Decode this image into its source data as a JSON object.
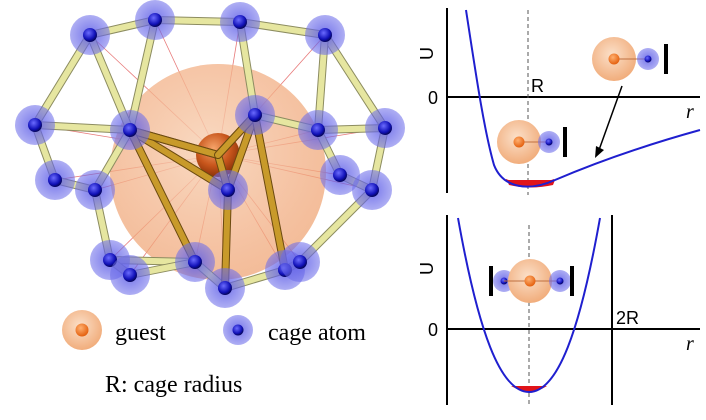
{
  "cage_panel": {
    "legend_guest_label": "guest",
    "legend_cage_label": "cage atom",
    "caption": "R: cage radius"
  },
  "top_plot": {
    "y_label": "U",
    "x_label": "r",
    "zero_label": "0",
    "R_label": "R"
  },
  "bottom_plot": {
    "y_label": "U",
    "x_label": "r",
    "zero_label": "0",
    "twoR_label": "2R"
  },
  "colors": {
    "curve": "#1f1fcf",
    "guest": "#f08a3c",
    "cage_atom": "#3b3bd8",
    "bond": "#e6e6a0",
    "energy_fill": "#e0141a",
    "guest_sphere": "#f3b48c"
  }
}
